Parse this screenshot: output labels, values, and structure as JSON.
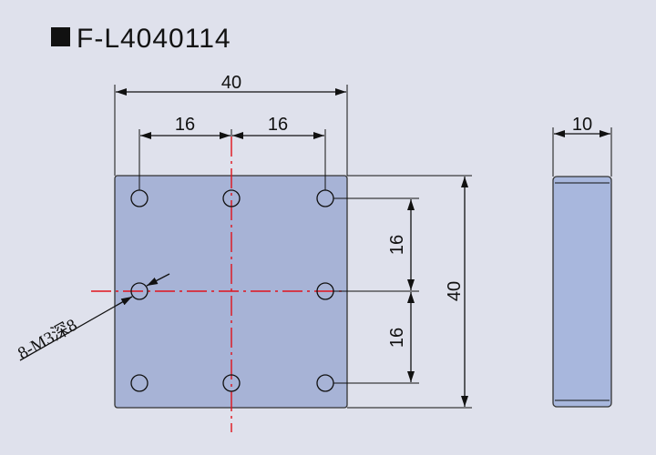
{
  "title": "F-L4040114",
  "dimensions": {
    "top_width": "40",
    "hole_spacing_x1": "16",
    "hole_spacing_x2": "16",
    "right_height": "40",
    "hole_spacing_y1": "16",
    "hole_spacing_y2": "16",
    "thickness": "10"
  },
  "hole_note": "8-M3深8",
  "colors": {
    "background": "#dfe1ec",
    "plate_face": "#a7b3d6",
    "plate_side": "#a8b7dd",
    "centerline": "#e0121b",
    "line": "#111111"
  }
}
